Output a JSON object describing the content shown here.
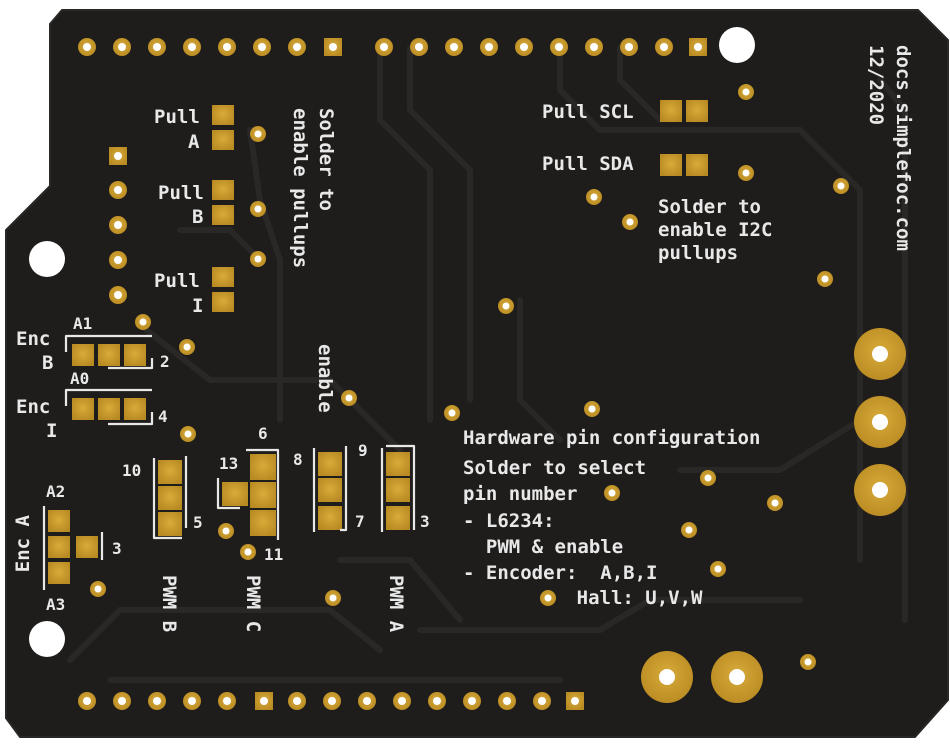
{
  "board": {
    "colors": {
      "soldermask": "#1f1d1b",
      "copper": "#c89a2a",
      "silkscreen": "#e8e8e8",
      "background": "#ffffff"
    },
    "version": {
      "site": "docs.simplefoc.com",
      "date": "12/2020"
    },
    "left_pullups": {
      "pull": "Pull",
      "a": "A",
      "b": "B",
      "i": "I",
      "note": "Solder to\nenable pullups"
    },
    "i2c_pullups": {
      "pull_scl": "Pull SCL",
      "pull_sda": "Pull SDA",
      "note": "Solder to\nenable I2C\npullups"
    },
    "encoder": {
      "enc": "Enc",
      "b": "B",
      "i": "I",
      "a1": "A1",
      "a0": "A0",
      "pin2": "2",
      "pin4": "4",
      "a2": "A2",
      "a3": "A3",
      "pin3": "3",
      "enc_a": "Enc A"
    },
    "pwm": {
      "pin10": "10",
      "pin5": "5",
      "pin13": "13",
      "pin6": "6",
      "pin11": "11",
      "pin8": "8",
      "pin7": "7",
      "pin9": "9",
      "pin3": "3",
      "enable": "enable",
      "pwm_b": "PWM B",
      "pwm_c": "PWM C",
      "pwm_a": "PWM A"
    },
    "config": {
      "line1": "Hardware pin configuration",
      "line2": "Solder to select",
      "line3": "pin number",
      "line4": "- L6234:",
      "line5": "  PWM & enable",
      "line6": "- Encoder:  A,B,I",
      "line7": "      Hall: U,V,W"
    }
  }
}
